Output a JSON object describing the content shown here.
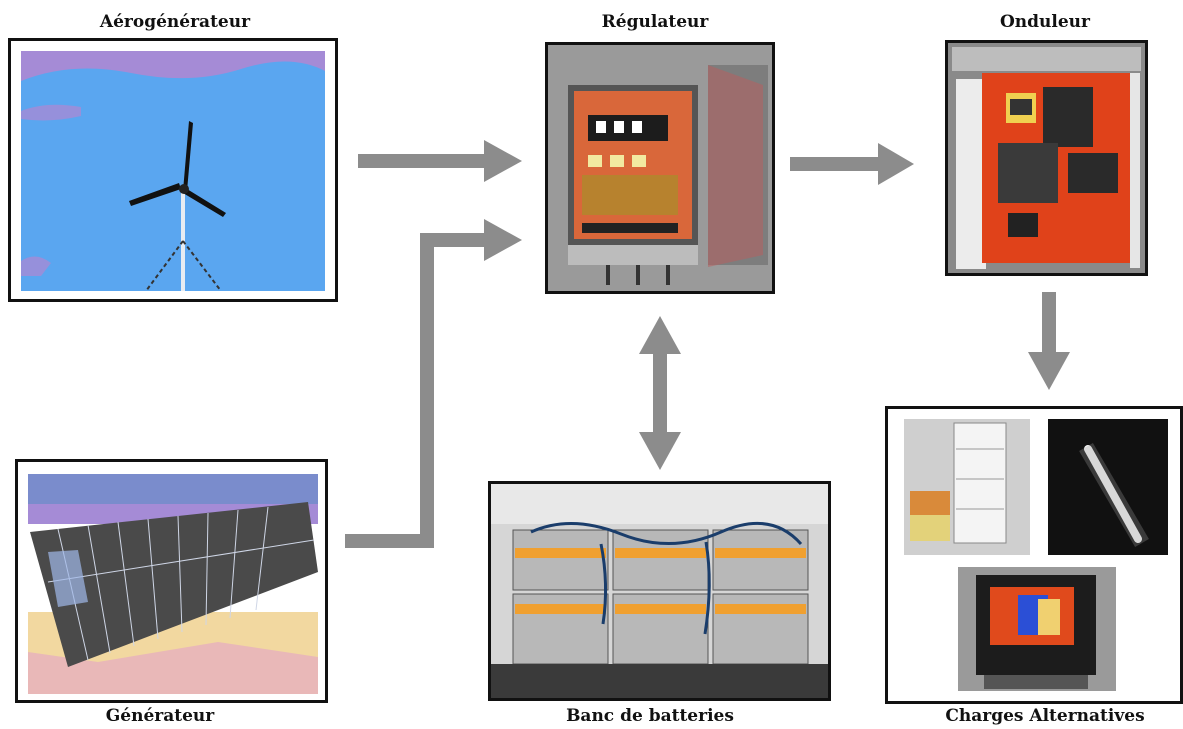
{
  "labels": {
    "wind": "Aérogénérateur",
    "regulator": "Régulateur",
    "inverter": "Onduleur",
    "solar": "Générateur",
    "batteries": "Banc de batteries",
    "loads": "Charges Alternatives"
  },
  "colors": {
    "arrow": "#8c8c8c",
    "frame": "#111111",
    "sky": "#5aa6f0",
    "regulator_orange": "#d9673a",
    "inverter_red": "#e0421a",
    "battery_orange": "#f0a030"
  }
}
